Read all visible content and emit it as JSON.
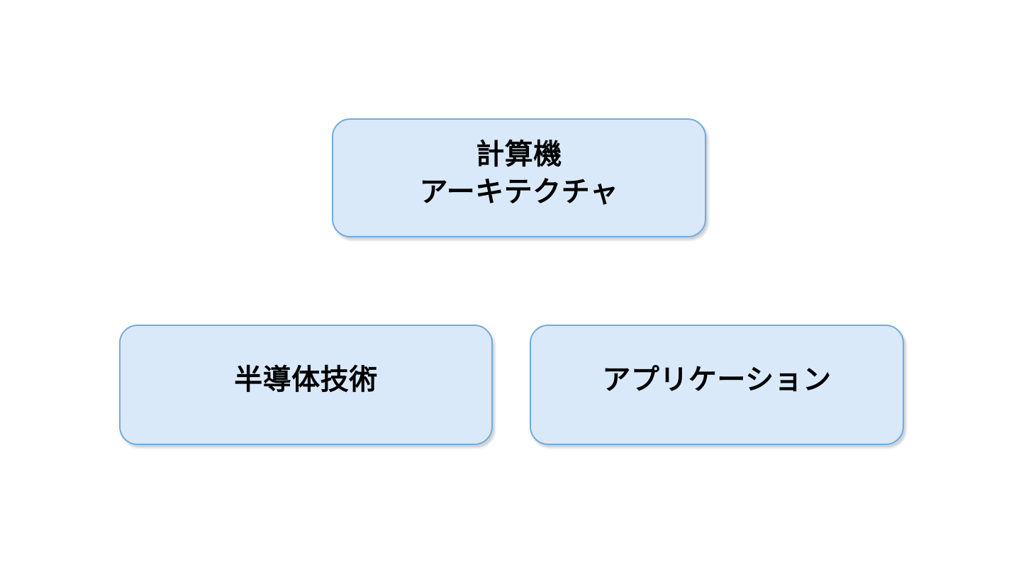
{
  "diagram": {
    "type": "block-diagram",
    "colors": {
      "canvas_bg": "#ffffff",
      "box_fill": "#d9e9f9",
      "box_border": "#74aadc",
      "text": "#000000"
    },
    "nodes": [
      {
        "id": "computer-architecture",
        "label": "計算機\nアーキテクチャ",
        "position": "top-center"
      },
      {
        "id": "semiconductor-technology",
        "label": "半導体技術",
        "position": "bottom-left"
      },
      {
        "id": "application",
        "label": "アプリケーション",
        "position": "bottom-right"
      }
    ]
  }
}
